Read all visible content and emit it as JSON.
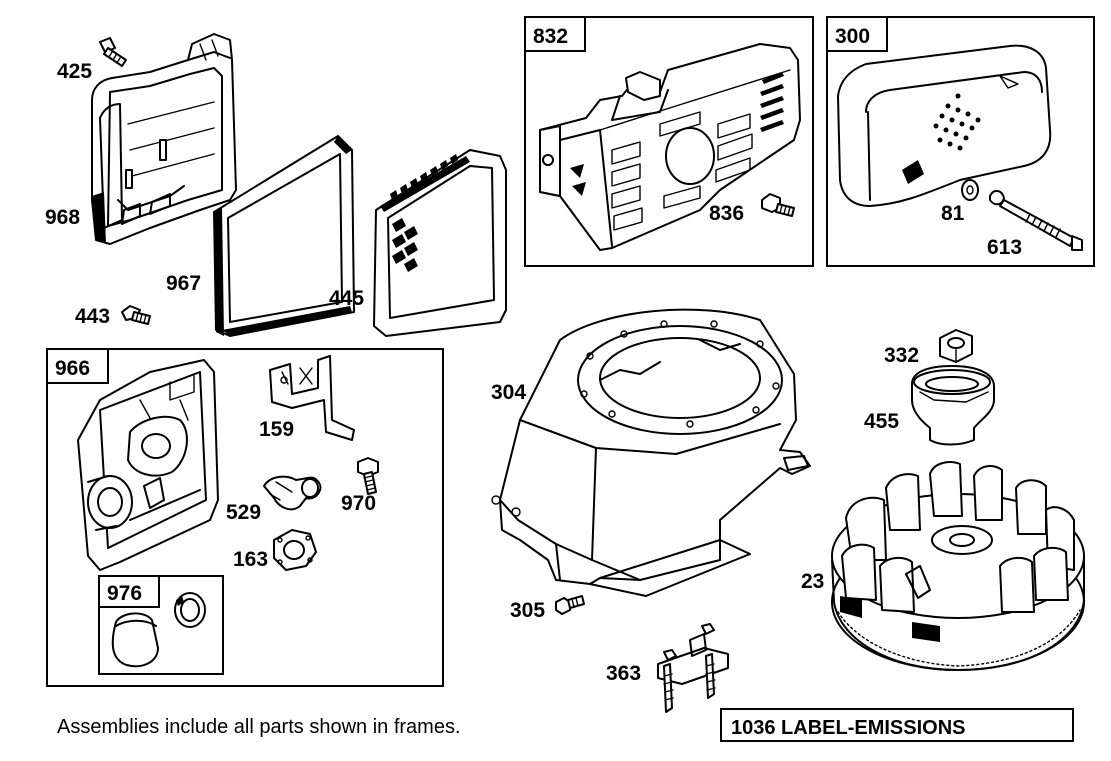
{
  "diagram": {
    "frames": [
      {
        "id": "832",
        "label": "832"
      },
      {
        "id": "300",
        "label": "300"
      },
      {
        "id": "966",
        "label": "966"
      },
      {
        "id": "976",
        "label": "976"
      }
    ],
    "part_labels": {
      "p425": "425",
      "p968": "968",
      "p967": "967",
      "p445": "445",
      "p443": "443",
      "p836": "836",
      "p81": "81",
      "p613": "613",
      "p159": "159",
      "p529": "529",
      "p970": "970",
      "p163": "163",
      "p304": "304",
      "p332": "332",
      "p455": "455",
      "p305": "305",
      "p23": "23",
      "p363": "363"
    },
    "footnote": "Assemblies include all parts shown in frames.",
    "emissions_label": "1036 LABEL-EMISSIONS"
  }
}
